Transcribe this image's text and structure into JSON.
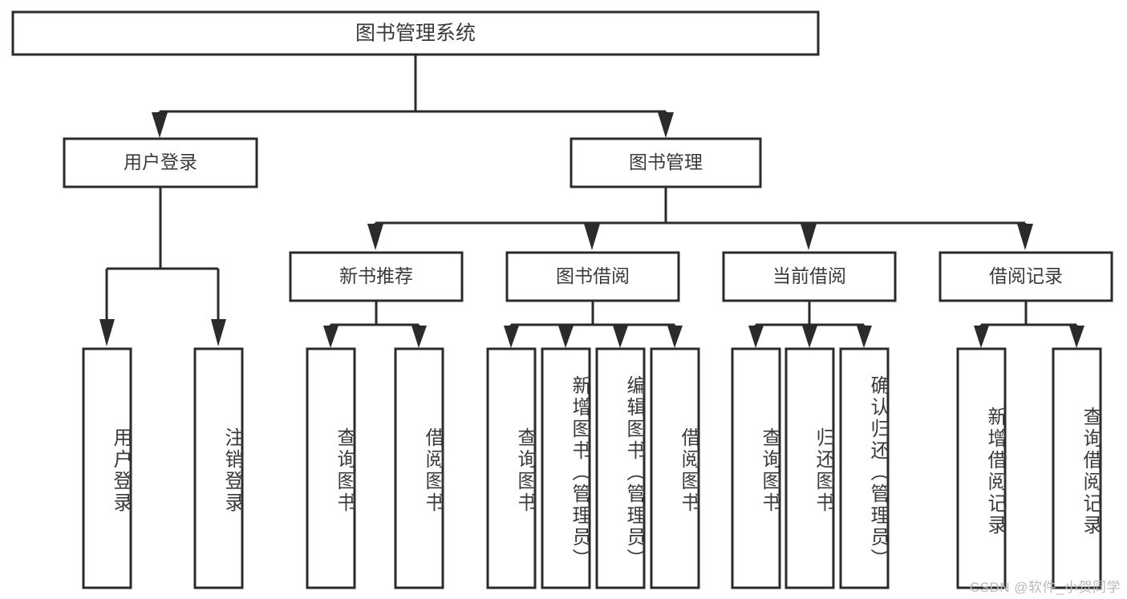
{
  "diagram": {
    "type": "tree-hierarchy-chart",
    "title": "图书管理系统",
    "root": {
      "label": "图书管理系统",
      "name": "node-root-library-management-system"
    },
    "level2": [
      {
        "label": "用户登录",
        "name": "node-user-login"
      },
      {
        "label": "图书管理",
        "name": "node-book-management"
      }
    ],
    "level3": [
      {
        "label": "新书推荐",
        "name": "node-new-book-recommendation"
      },
      {
        "label": "图书借阅",
        "name": "node-book-borrowing"
      },
      {
        "label": "当前借阅",
        "name": "node-current-borrowing"
      },
      {
        "label": "借阅记录",
        "name": "node-borrowing-records"
      }
    ],
    "leaves": {
      "user_login": [
        {
          "label": "用户登录",
          "name": "leaf-user-login"
        },
        {
          "label": "注销登录",
          "name": "leaf-logout"
        }
      ],
      "new_book_recommendation": [
        {
          "label": "查询图书",
          "name": "leaf-query-book-1"
        },
        {
          "label": "借阅图书",
          "name": "leaf-borrow-book-1"
        }
      ],
      "book_borrowing": [
        {
          "label": "查询图书",
          "name": "leaf-query-book-2"
        },
        {
          "label": "新增图书（管理员）",
          "name": "leaf-add-book-admin"
        },
        {
          "label": "编辑图书（管理员）",
          "name": "leaf-edit-book-admin"
        },
        {
          "label": "借阅图书",
          "name": "leaf-borrow-book-2"
        }
      ],
      "current_borrowing": [
        {
          "label": "查询图书",
          "name": "leaf-query-book-3"
        },
        {
          "label": "归还图书",
          "name": "leaf-return-book"
        },
        {
          "label": "确认归还（管理员）",
          "name": "leaf-confirm-return-admin"
        }
      ],
      "borrowing_records": [
        {
          "label": "新增借阅记录",
          "name": "leaf-add-borrow-record"
        },
        {
          "label": "查询借阅记录",
          "name": "leaf-query-borrow-record"
        }
      ]
    },
    "watermark": "CSDN @软件_小贺同学",
    "colors": {
      "stroke": "#2b2b2b",
      "fill": "#ffffff",
      "text": "#3a3a3a",
      "watermark": "#b9b9b9",
      "background": "#ffffff"
    }
  }
}
